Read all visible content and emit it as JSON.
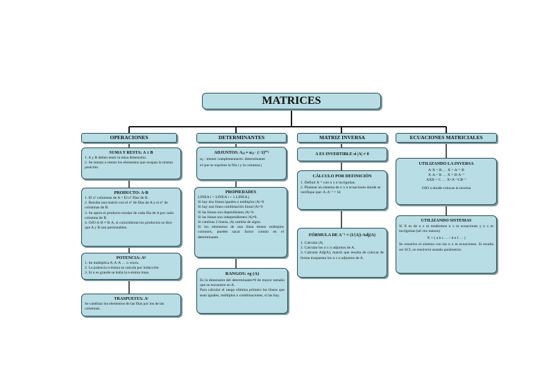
{
  "title": "MATRICES",
  "columns": {
    "operaciones": {
      "label": "OPERACIONES",
      "suma": {
        "heading": "SUMA Y RESTA: A ± B",
        "lines": [
          "1. A y B deben tener la misa dimensión.",
          "2. Se suman o restan los elementos que ocupan la misma posición."
        ]
      },
      "producto": {
        "heading": "PRODUCTO: A·B",
        "lines": [
          "1. El nº columnas de A = El nº filas de B.",
          "2. Resulta una matriz con el nº de filas de A y el nº de columnas de B.",
          "3. Se opera el producto escalar de cada fila de A por cada columna de B.",
          "4. OJO A·B ≠ B·A, si coincidieran los productos se dice que A y B son permutables."
        ]
      },
      "potencia": {
        "heading": "POTENCIA: Aⁿ",
        "lines": [
          "1. Se multiplica A·A·A … n veces.",
          "2. La potencia n-ésima se calcula por inducción",
          "3. Si n es grande se halla la n-ésima imas."
        ]
      },
      "traspuesta": {
        "heading": "TRASPUESTA: Aᵗ",
        "lines": [
          "Se cambian los elementos de las filas por los de las columnas."
        ]
      }
    },
    "determinantes": {
      "label": "DETERMINANTES",
      "adjuntos": {
        "heading": "ADJUNTOS: Aᵢⱼ = αᵢⱼ · (−1)ⁱ⁺ʲ",
        "lines": [
          "αᵢⱼ : menor complementario: determinante",
          "el que se suprime la fila i y la columna j"
        ]
      },
      "propiedades": {
        "heading": "PROPIEDADES",
        "lines": [
          "LINEA i = LINEA i + λ LINEA j",
          "Si hay dos líneas iguales o múltiplos |A|=0",
          "Si hay una línea combinación lineal |A|=0",
          "Si las líneas son dependientes |A|=0.",
          "Si las líneas son independientes |A|≠0.",
          "Si cambias 2 líneas, |A| cambia de signo.",
          "Si los elementos de una línea tienen múltiplos comunes, puedes sacar factor común en el determinante."
        ]
      },
      "rangos": {
        "heading": "RANGOS: rg (A)",
        "lines": [
          "Es la dimensión del determinante≠0 de mayor tamaño que se encuentre en A.",
          "Para calcular el rango elimina primero las líneas que sean iguales, múltiplos o combinaciones, si las hay."
        ]
      }
    },
    "inversa": {
      "label": "MATRIZ INVERSA",
      "condicion": "A ES INVERTIBLE si |A| ≠ 0",
      "definicion": {
        "heading": "CÁLCULO POR DEFINICIÓN",
        "lines": [
          "1. Definir A⁻¹ con n x n incógnitas.",
          "2. Plantear un sistema de n x n ecuaciones donde se verifique que: A·A⁻¹ = Id"
        ]
      },
      "formula": {
        "heading": "FÓRMULA DE A⁻¹ = (1/|A|)·Adj(A)",
        "lines": [
          "1. Calcular |A|.",
          "2. Calcular los n x n adjuntos de A.",
          "3. Calcular Adj(A), matriz que resulta de colocar de forma traspuesta los n x n adjuntos de A."
        ]
      }
    },
    "ecuaciones": {
      "label": "ECUACIONES MATRICIALES",
      "inversa": {
        "heading": "UTILIZANDO LA INVERSA",
        "lines": [
          "A·X = B … X = A⁻¹·B",
          "X·A = B … X = B·A⁻¹",
          "AXB = C … X=A⁻¹CB⁻¹",
          "OJO a donde colocas la inversa"
        ]
      },
      "sistemas": {
        "heading": "UTILIZANDO SISTEMAS",
        "lines": [
          "Si X es de n x m tendremos n x m ecuaciones y n x m incógnitas (tal vez menos)",
          "X = ( a b c … / d e f … )",
          "Se resuelve el sistema con las n x m ecuaciones. Si resulta ser SCI, se resolverá usando parámetros"
        ]
      }
    }
  }
}
